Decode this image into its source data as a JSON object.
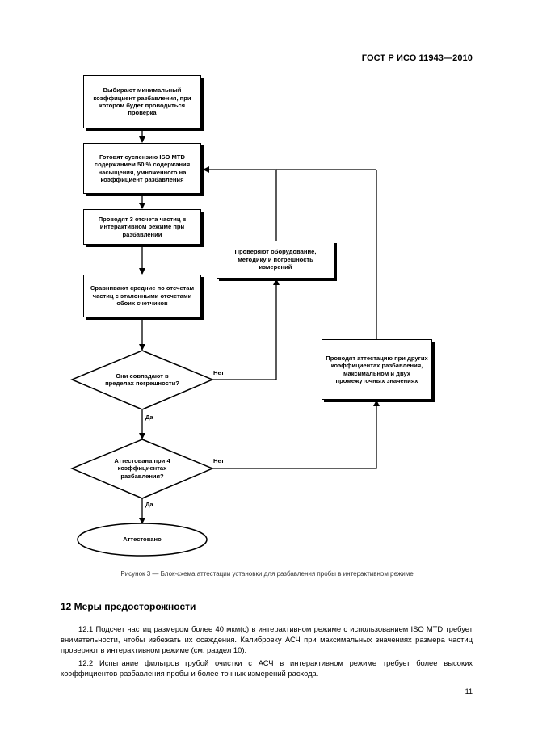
{
  "header": {
    "standard_code": "ГОСТ Р ИСО 11943—2010"
  },
  "flowchart": {
    "box_select": "Выбирают минимальный коэффициент разбавления, при котором будет проводиться проверка",
    "box_prepare": "Готовят суспензию ISO MTD содержанием 50 % содержания насыщения, умноженного на коэффициент разбавления",
    "box_count": "Проводят 3 отсчета частиц в интерактивном режиме при разбавлении",
    "box_compare": "Сравнивают средние по отсчетам частиц с эталонными отсчетами обоих счетчиков",
    "decision_match": "Они совпадают в пределах погрешности?",
    "decision_certified": "Аттестована при 4 коэффициентах разбавления?",
    "box_check_equipment": "Проверяют оборудование, методику и погрешность измерений",
    "box_certify_other": "Проводят аттестацию при других коэффициентах разбавления, максимальном и двух промежуточных значениях",
    "terminal_certified": "Аттестовано",
    "label_no_1": "Нет",
    "label_yes_1": "Да",
    "label_no_2": "Нет",
    "label_yes_2": "Да"
  },
  "caption": "Рисунок 3 — Блок-схема аттестации установки для разбавления пробы в интерактивном режиме",
  "section_title": "12 Меры предосторожности",
  "paragraphs": [
    "12.1 Подсчет частиц размером более 40 мкм(с) в интерактивном режиме с использованием ISO MTD требует внимательности, чтобы избежать их осаждения. Калибровку АСЧ при максимальных значениях размера частиц проверяют в интерактивном режиме (см. раздел 10).",
    "12.2 Испытание фильтров грубой очистки с АСЧ в интерактивном режиме требует более высоких коэффициентов разбавления пробы и более точных измерений расхода."
  ],
  "page_number": "11"
}
